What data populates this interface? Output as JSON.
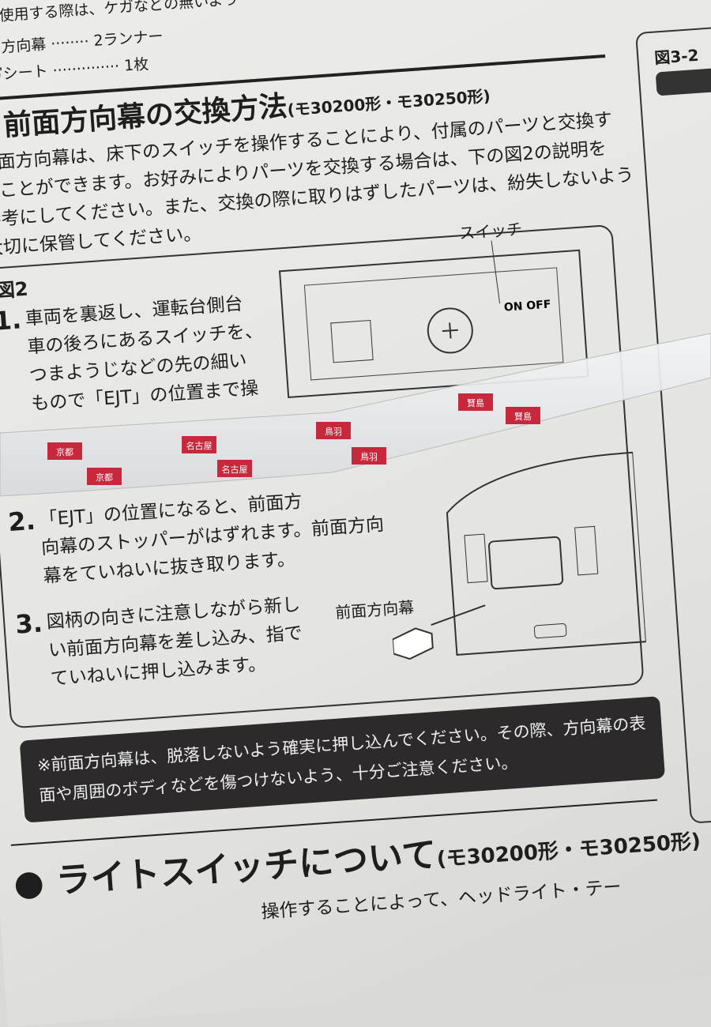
{
  "top": {
    "cut_line": "具を使用する際は、ケガなどの無いよう",
    "parts": [
      {
        "name": "前面方向幕",
        "qty": "2ランナー"
      },
      {
        "name": "転写シート",
        "qty": "1枚"
      }
    ]
  },
  "section1": {
    "title": "前面方向幕の交換方法",
    "subtitle": "(モ30200形・モ30250形)",
    "body": [
      "前面方向幕は、床下のスイッチを操作することにより、付属のパーツと交換す",
      "ることができます。お好みによりパーツを交換する場合は、下の図2の説明を",
      "参考にしてください。また、交換の際に取りはずしたパーツは、紛失しないよう",
      "大切に保管してください。"
    ]
  },
  "figure2": {
    "label": "図2",
    "switch_label": "スイッチ",
    "switch_positions": "ON  OFF",
    "part_label": "前面方向幕",
    "steps": [
      {
        "num": "1.",
        "lines": [
          "車両を裏返し、運転台側台",
          "車の後ろにあるスイッチを、",
          "つまようじなどの先の細い",
          "もので「EJT」の位置まで操"
        ]
      },
      {
        "num": "2.",
        "lines": [
          "「EJT」の位置になると、前面方",
          "向幕のストッパーがはずれます。前面方向",
          "幕をていねいに抜き取ります。"
        ]
      },
      {
        "num": "3.",
        "lines": [
          "図柄の向きに注意しながら新し",
          "い前面方向幕を差し込み、指で",
          "ていねいに押し込みます。"
        ]
      }
    ]
  },
  "note": {
    "lines": [
      "※前面方向幕は、脱落しないよう確実に押し込んでください。その際、方向幕の表",
      "面や周囲のボディなどを傷つけないよう、十分ご注意ください。"
    ]
  },
  "section2": {
    "title": "ライトスイッチについて",
    "subtitle": "(モ30200形・モ30250形)",
    "body_partial": "操作することによって、ヘッドライト・テー"
  },
  "side_figure": {
    "label": "図3-2"
  },
  "destination_signs": [
    "京都",
    "京都",
    "名古屋",
    "名古屋",
    "鳥羽",
    "鳥羽",
    "賢島",
    "賢島"
  ],
  "colors": {
    "sign_red": "#c8283c",
    "note_bg": "#2c2a2a"
  }
}
